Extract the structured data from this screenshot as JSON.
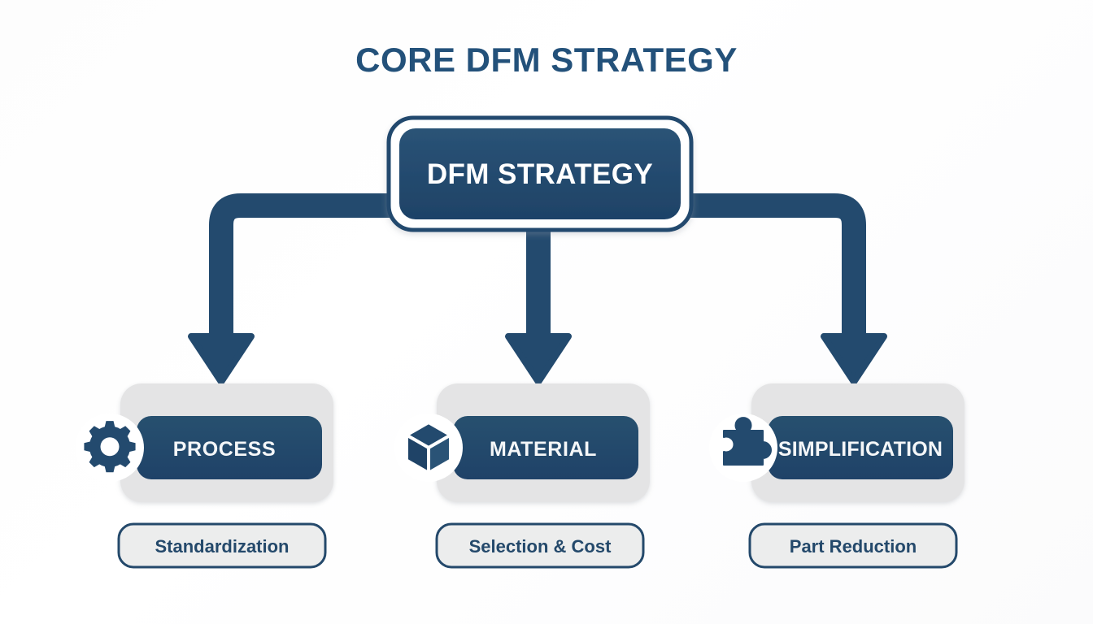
{
  "diagram": {
    "title": "CORE DFM STRATEGY",
    "root": {
      "label": "DFM STRATEGY"
    },
    "branches": [
      {
        "label": "PROCESS",
        "caption": "Standardization",
        "icon": "gear-icon"
      },
      {
        "label": "MATERIAL",
        "caption": "Selection & Cost",
        "icon": "cube-icon"
      },
      {
        "label": "SIMPLIFICATION",
        "caption": "Part Reduction",
        "icon": "puzzle-piece-icon"
      }
    ],
    "colors": {
      "navy": "#234a6e",
      "navy_dark": "#1d4063",
      "title_navy": "#23517a",
      "panel_gray": "#e4e4e5",
      "caption_fill": "#eceded",
      "white": "#ffffff",
      "background": "#fdfdfd"
    }
  }
}
